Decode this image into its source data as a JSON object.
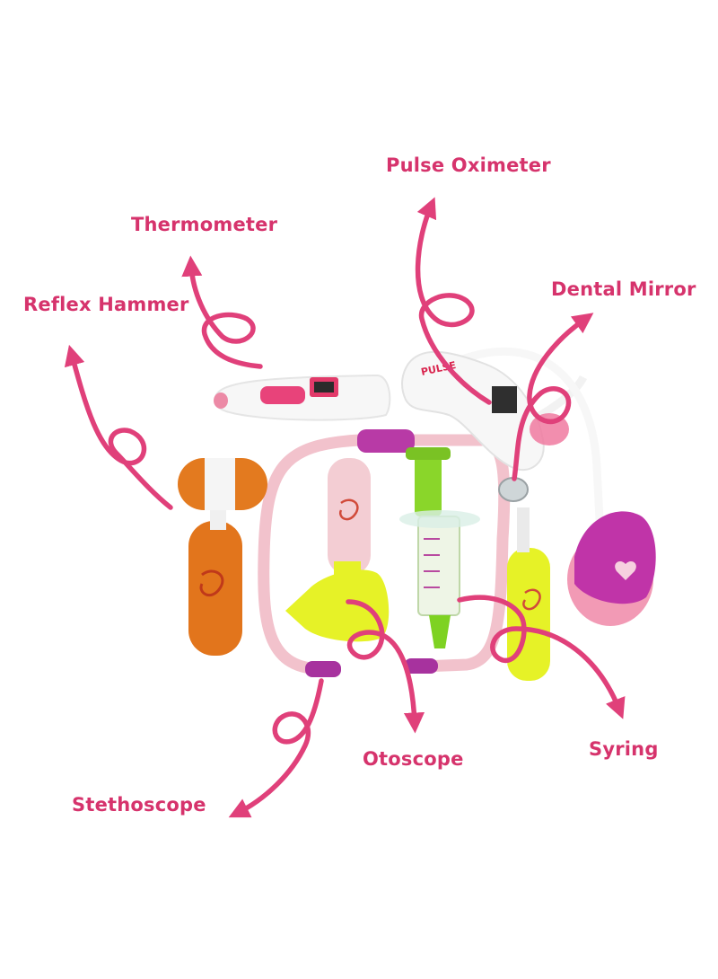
{
  "colors": {
    "label": "#d6336c",
    "arrow": "#e0407a",
    "background": "#ffffff",
    "orange": "#e2751c",
    "yellow": "#e6f227",
    "pink_light": "#f2c2cc",
    "magenta": "#b32a9a",
    "green": "#8ad62a",
    "white_plastic": "#f7f7f7",
    "pink_hot": "#e8437a"
  },
  "labels": {
    "pulse_oximeter": "Pulse Oximeter",
    "thermometer": "Thermometer",
    "dental_mirror": "Dental Mirror",
    "reflex_hammer": "Reflex Hammer",
    "otoscope": "Otoscope",
    "syring": "Syring",
    "stethoscope": "Stethoscope"
  },
  "device_text": {
    "pulse": "PULSE"
  }
}
